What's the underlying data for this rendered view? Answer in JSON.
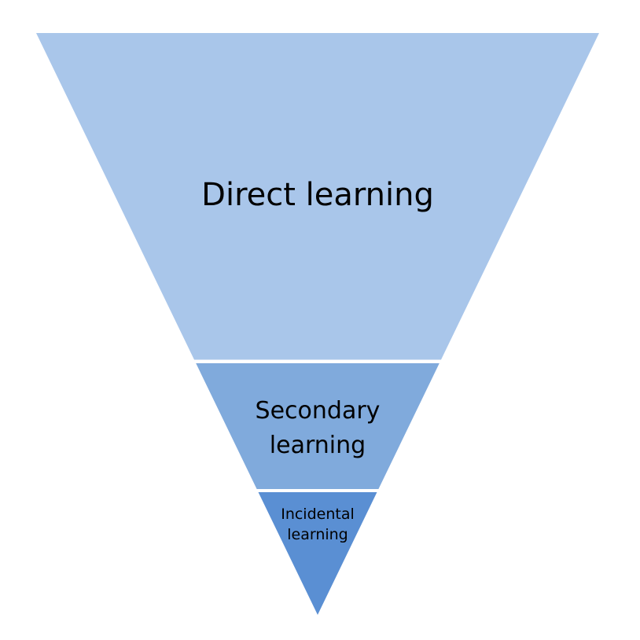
{
  "diagram": {
    "title": "Inverted learning pyramid",
    "levels": [
      {
        "label": "Direct learning",
        "color": "#A9C6EA"
      },
      {
        "label": "Secondary learning",
        "color": "#80AADC"
      },
      {
        "label": "Incidental learning",
        "color": "#5A8FD3"
      }
    ]
  }
}
